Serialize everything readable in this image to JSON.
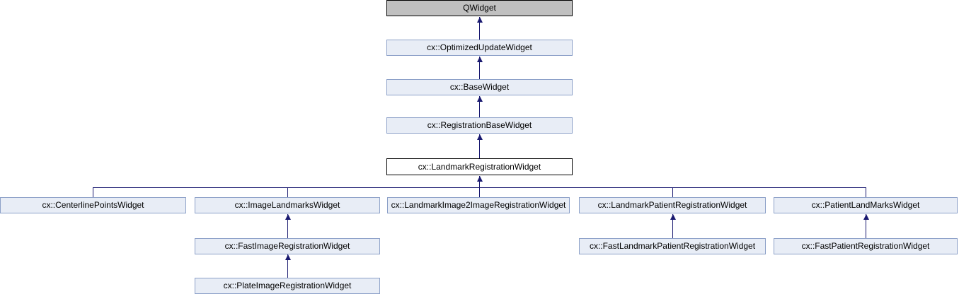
{
  "diagram": {
    "type": "class-inheritance-graph",
    "colors": {
      "edge": "#191970",
      "node_fill": "#E8EDF6",
      "node_border": "#8CA0C8",
      "external_node_fill": "#C0C0C0",
      "external_node_border": "#000000",
      "current_node_fill": "#FFFFFF",
      "current_node_border": "#000000",
      "text": "#000000",
      "background": "#FFFFFF"
    },
    "nodes": [
      {
        "id": "qwidget",
        "label": "QWidget",
        "kind": "external"
      },
      {
        "id": "optimized-update-widget",
        "label": "cx::OptimizedUpdateWidget",
        "kind": "linked"
      },
      {
        "id": "base-widget",
        "label": "cx::BaseWidget",
        "kind": "linked"
      },
      {
        "id": "registration-base-widget",
        "label": "cx::RegistrationBaseWidget",
        "kind": "linked"
      },
      {
        "id": "landmark-registration-widget",
        "label": "cx::LandmarkRegistrationWidget",
        "kind": "current"
      },
      {
        "id": "centerline-points-widget",
        "label": "cx::CenterlinePointsWidget",
        "kind": "linked"
      },
      {
        "id": "image-landmarks-widget",
        "label": "cx::ImageLandmarksWidget",
        "kind": "linked"
      },
      {
        "id": "landmark-image2image-registration-widget",
        "label": "cx::LandmarkImage2ImageRegistrationWidget",
        "kind": "linked"
      },
      {
        "id": "landmark-patient-registration-widget",
        "label": "cx::LandmarkPatientRegistrationWidget",
        "kind": "linked"
      },
      {
        "id": "patient-landmarks-widget",
        "label": "cx::PatientLandMarksWidget",
        "kind": "linked"
      },
      {
        "id": "fast-image-registration-widget",
        "label": "cx::FastImageRegistrationWidget",
        "kind": "linked"
      },
      {
        "id": "fast-landmark-patient-registration-widget",
        "label": "cx::FastLandmarkPatientRegistrationWidget",
        "kind": "linked"
      },
      {
        "id": "fast-patient-registration-widget",
        "label": "cx::FastPatientRegistrationWidget",
        "kind": "linked"
      },
      {
        "id": "plate-image-registration-widget",
        "label": "cx::PlateImageRegistrationWidget",
        "kind": "linked"
      }
    ],
    "edges": [
      {
        "from": "cx::OptimizedUpdateWidget",
        "to": "QWidget",
        "relation": "inherits"
      },
      {
        "from": "cx::BaseWidget",
        "to": "cx::OptimizedUpdateWidget",
        "relation": "inherits"
      },
      {
        "from": "cx::RegistrationBaseWidget",
        "to": "cx::BaseWidget",
        "relation": "inherits"
      },
      {
        "from": "cx::LandmarkRegistrationWidget",
        "to": "cx::RegistrationBaseWidget",
        "relation": "inherits"
      },
      {
        "from": "cx::CenterlinePointsWidget",
        "to": "cx::LandmarkRegistrationWidget",
        "relation": "inherits"
      },
      {
        "from": "cx::ImageLandmarksWidget",
        "to": "cx::LandmarkRegistrationWidget",
        "relation": "inherits"
      },
      {
        "from": "cx::LandmarkImage2ImageRegistrationWidget",
        "to": "cx::LandmarkRegistrationWidget",
        "relation": "inherits"
      },
      {
        "from": "cx::LandmarkPatientRegistrationWidget",
        "to": "cx::LandmarkRegistrationWidget",
        "relation": "inherits"
      },
      {
        "from": "cx::PatientLandMarksWidget",
        "to": "cx::LandmarkRegistrationWidget",
        "relation": "inherits"
      },
      {
        "from": "cx::FastImageRegistrationWidget",
        "to": "cx::ImageLandmarksWidget",
        "relation": "inherits"
      },
      {
        "from": "cx::PlateImageRegistrationWidget",
        "to": "cx::FastImageRegistrationWidget",
        "relation": "inherits"
      },
      {
        "from": "cx::FastLandmarkPatientRegistrationWidget",
        "to": "cx::LandmarkPatientRegistrationWidget",
        "relation": "inherits"
      },
      {
        "from": "cx::FastPatientRegistrationWidget",
        "to": "cx::PatientLandMarksWidget",
        "relation": "inherits"
      }
    ]
  }
}
